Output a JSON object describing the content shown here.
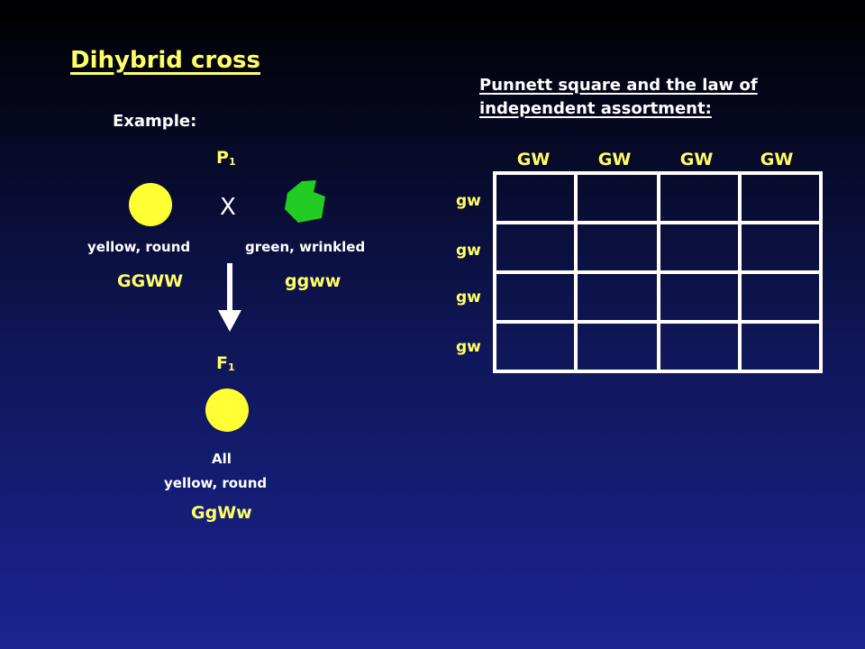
{
  "title": "Dihybrid cross",
  "example_label": "Example:",
  "p1": {
    "letter": "P",
    "sub": "1"
  },
  "f1": {
    "letter": "F",
    "sub": "1"
  },
  "cross_symbol": "X",
  "parent_left": {
    "phenotype": "yellow, round",
    "genotype": "GGWW"
  },
  "parent_right": {
    "phenotype": "green, wrinkled",
    "genotype": "ggww"
  },
  "offspring": {
    "line1": "All",
    "line2": "yellow, round",
    "genotype": "GgWw"
  },
  "punnett": {
    "heading": "Punnett square and the law of independent assortment:",
    "columns": [
      "GW",
      "GW",
      "GW",
      "GW"
    ],
    "rows": [
      "gw",
      "gw",
      "gw",
      "gw"
    ]
  },
  "colors": {
    "title": "#ffff66",
    "yellow_pea": "#ffff33",
    "green_pea": "#22cc22",
    "arrow": "#ffffff"
  }
}
